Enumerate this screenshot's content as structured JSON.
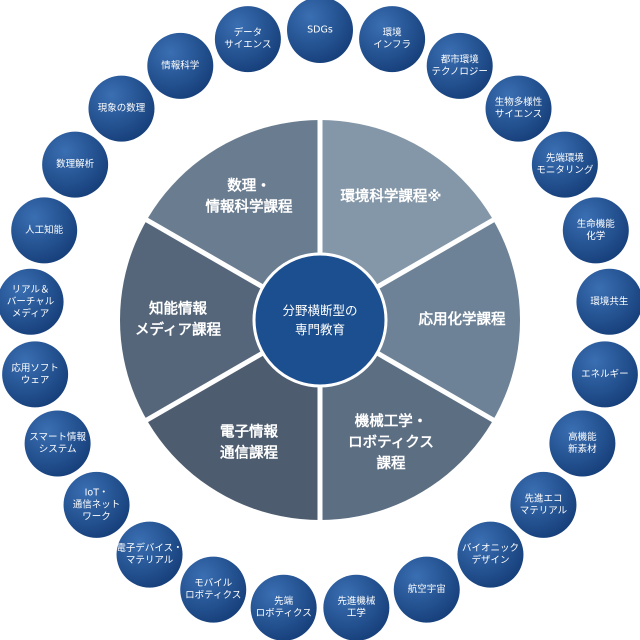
{
  "center": {
    "label_lines": [
      "分野横断型の",
      "専門教育"
    ]
  },
  "sectors": [
    {
      "id": "env",
      "label_lines": [
        "環境科学課程※"
      ],
      "color": "#8497a8"
    },
    {
      "id": "chem",
      "label_lines": [
        "応用化学課程"
      ],
      "color": "#6d8296"
    },
    {
      "id": "mech",
      "label_lines": [
        "機械工学・",
        "ロボティクス",
        "課程"
      ],
      "color": "#5c6e82"
    },
    {
      "id": "elec",
      "label_lines": [
        "電子情報",
        "通信課程"
      ],
      "color": "#4d5c6e"
    },
    {
      "id": "media",
      "label_lines": [
        "知能情報",
        "メディア課程"
      ],
      "color": "#56667a"
    },
    {
      "id": "math",
      "label_lines": [
        "数理・",
        "情報科学課程"
      ],
      "color": "#6a7d90"
    }
  ],
  "fields": [
    {
      "label_lines": [
        "SDGs"
      ]
    },
    {
      "label_lines": [
        "環境",
        "インフラ"
      ]
    },
    {
      "label_lines": [
        "都市環境",
        "テクノロジー"
      ]
    },
    {
      "label_lines": [
        "生物多様性",
        "サイエンス"
      ]
    },
    {
      "label_lines": [
        "先端環境",
        "モニタリング"
      ]
    },
    {
      "label_lines": [
        "生命機能",
        "化学"
      ]
    },
    {
      "label_lines": [
        "環境共生"
      ]
    },
    {
      "label_lines": [
        "エネルギー"
      ]
    },
    {
      "label_lines": [
        "高機能",
        "新素材"
      ]
    },
    {
      "label_lines": [
        "先進エコ",
        "マテリアル"
      ]
    },
    {
      "label_lines": [
        "バイオニック",
        "デザイン"
      ]
    },
    {
      "label_lines": [
        "航空宇宙"
      ]
    },
    {
      "label_lines": [
        "先進機械",
        "工学"
      ]
    },
    {
      "label_lines": [
        "先端",
        "ロボティクス"
      ]
    },
    {
      "label_lines": [
        "モバイル",
        "ロボティクス"
      ]
    },
    {
      "label_lines": [
        "電子デバイス・",
        "マテリアル"
      ]
    },
    {
      "label_lines": [
        "IoT・",
        "通信ネット",
        "ワーク"
      ]
    },
    {
      "label_lines": [
        "スマート情報",
        "システム"
      ]
    },
    {
      "label_lines": [
        "応用ソフト",
        "ウェア"
      ]
    },
    {
      "label_lines": [
        "リアル＆",
        "バーチャル",
        "メディア"
      ]
    },
    {
      "label_lines": [
        "人工知能"
      ]
    },
    {
      "label_lines": [
        "数理解析"
      ]
    },
    {
      "label_lines": [
        "現象の数理"
      ]
    },
    {
      "label_lines": [
        "情報科学"
      ]
    },
    {
      "label_lines": [
        "データ",
        "サイエンス"
      ]
    }
  ],
  "colors": {
    "hub": "#1c4f8f",
    "bubble": "#1d5296",
    "bubble_light": "#3a6fb3",
    "divider": "#ffffff",
    "background": "#ffffff"
  }
}
